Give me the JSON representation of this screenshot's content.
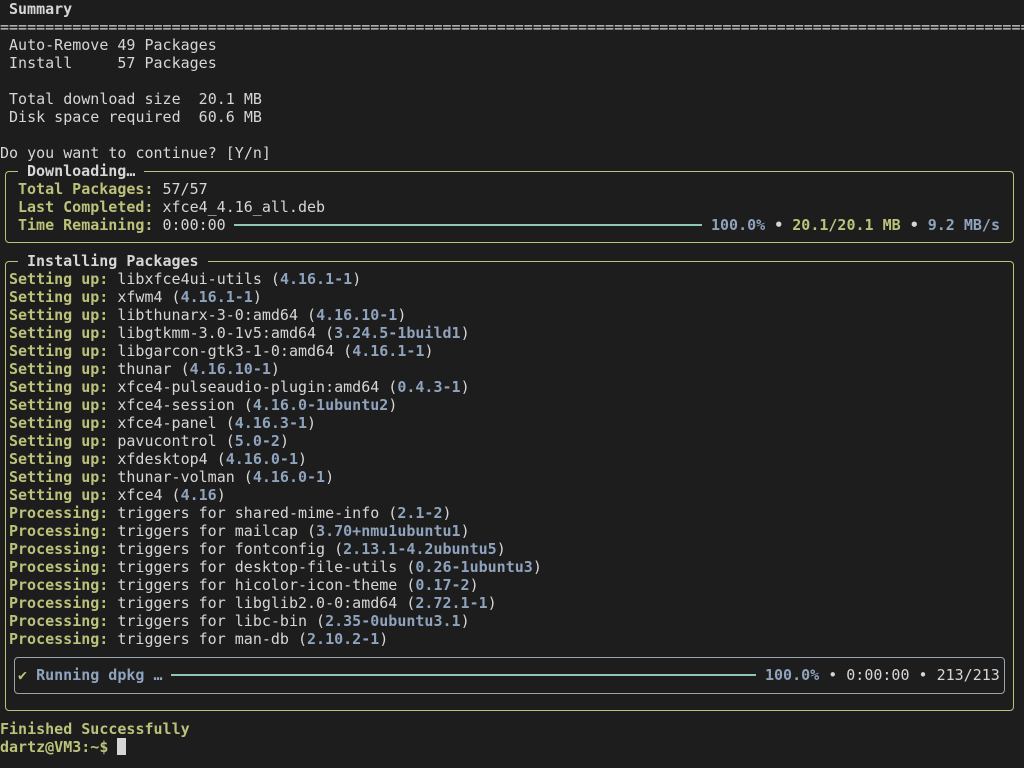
{
  "summary": {
    "title": "Summary",
    "rule": "==================================================================================================================",
    "auto_remove": " Auto-Remove 49 Packages",
    "install": " Install     57 Packages",
    "download_size": " Total download size  20.1 MB",
    "disk_space": " Disk space required  60.6 MB"
  },
  "prompt_question": "Do you want to continue? [Y/n]",
  "downloading": {
    "title": "Downloading…",
    "total_label": "Total Packages:",
    "total_value": "57/57",
    "last_label": "Last Completed:",
    "last_value": "xfce4_4.16_all.deb",
    "time_label": "Time Remaining:",
    "time_value": "0:00:00",
    "progress_percent": 100,
    "percent_text": "100.0%",
    "size_text": "20.1/20.1 MB",
    "speed_text": "9.2 MB/s",
    "separator": "•"
  },
  "installing": {
    "title": "Installing Packages",
    "items": [
      {
        "label": "Setting up:",
        "pkg": "libxfce4ui-utils",
        "version": "4.16.1-1"
      },
      {
        "label": "Setting up:",
        "pkg": "xfwm4",
        "version": "4.16.1-1"
      },
      {
        "label": "Setting up:",
        "pkg": "libthunarx-3-0:amd64",
        "version": "4.16.10-1"
      },
      {
        "label": "Setting up:",
        "pkg": "libgtkmm-3.0-1v5:amd64",
        "version": "3.24.5-1build1"
      },
      {
        "label": "Setting up:",
        "pkg": "libgarcon-gtk3-1-0:amd64",
        "version": "4.16.1-1"
      },
      {
        "label": "Setting up:",
        "pkg": "thunar",
        "version": "4.16.10-1"
      },
      {
        "label": "Setting up:",
        "pkg": "xfce4-pulseaudio-plugin:amd64",
        "version": "0.4.3-1"
      },
      {
        "label": "Setting up:",
        "pkg": "xfce4-session",
        "version": "4.16.0-1ubuntu2"
      },
      {
        "label": "Setting up:",
        "pkg": "xfce4-panel",
        "version": "4.16.3-1"
      },
      {
        "label": "Setting up:",
        "pkg": "pavucontrol",
        "version": "5.0-2"
      },
      {
        "label": "Setting up:",
        "pkg": "xfdesktop4",
        "version": "4.16.0-1"
      },
      {
        "label": "Setting up:",
        "pkg": "thunar-volman",
        "version": "4.16.0-1"
      },
      {
        "label": "Setting up:",
        "pkg": "xfce4",
        "version": "4.16"
      },
      {
        "label": "Processing:",
        "pkg": "triggers for shared-mime-info",
        "version": "2.1-2"
      },
      {
        "label": "Processing:",
        "pkg": "triggers for mailcap",
        "version": "3.70+nmu1ubuntu1"
      },
      {
        "label": "Processing:",
        "pkg": "triggers for fontconfig",
        "version": "2.13.1-4.2ubuntu5"
      },
      {
        "label": "Processing:",
        "pkg": "triggers for desktop-file-utils",
        "version": "0.26-1ubuntu3"
      },
      {
        "label": "Processing:",
        "pkg": "triggers for hicolor-icon-theme",
        "version": "0.17-2"
      },
      {
        "label": "Processing:",
        "pkg": "triggers for libglib2.0-0:amd64",
        "version": "2.72.1-1"
      },
      {
        "label": "Processing:",
        "pkg": "triggers for libc-bin",
        "version": "2.35-0ubuntu3.1"
      },
      {
        "label": "Processing:",
        "pkg": "triggers for man-db",
        "version": "2.10.2-1"
      }
    ],
    "dpkg": {
      "check": "✔",
      "label": "Running dpkg …",
      "progress_percent": 100,
      "percent_text": "100.0%",
      "time_text": "0:00:00",
      "count_text": "213/213"
    }
  },
  "finished": "Finished Successfully",
  "shell_prompt": "dartz@VM3:~$ ",
  "colors": {
    "accent": "#bcc27a",
    "value": "#8fa3bd",
    "bar": "#8fc7b5",
    "background": "#1d1d1d"
  }
}
